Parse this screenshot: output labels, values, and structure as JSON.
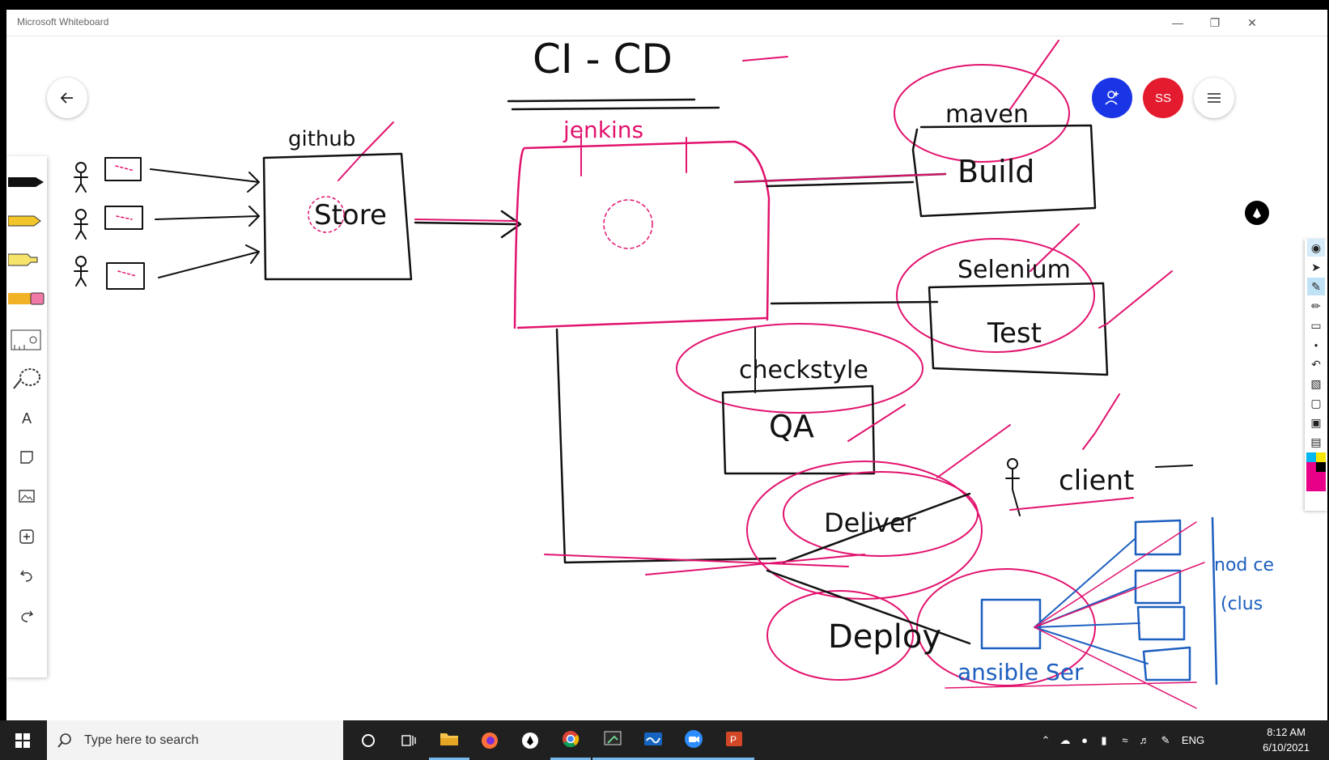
{
  "window": {
    "title": "Microsoft Whiteboard",
    "controls": [
      "minimize-icon",
      "restore-icon",
      "close-icon"
    ]
  },
  "whiteboard": {
    "user_initials": "SS",
    "ink_labels": {
      "title": "CI - CD",
      "github": "github",
      "store": "Store",
      "jenkins": "jenkins",
      "maven": "maven",
      "build": "Build",
      "selenium": "Selenium",
      "test": "Test",
      "checkstyle": "checkstyle",
      "qa": "QA",
      "deliver": "Deliver",
      "client": "client",
      "deploy": "Deploy",
      "ansible": "ansible Ser",
      "node": "nod ce",
      "cluster": "(clus"
    }
  },
  "left_toolbar": [
    "pen-black-icon",
    "pen-yellow-icon",
    "highlighter-icon",
    "eraser-icon",
    "ruler-icon",
    "lasso-icon",
    "text-icon",
    "note-icon",
    "image-icon",
    "add-icon",
    "undo-icon",
    "redo-icon"
  ],
  "right_rail": [
    "pen-mode-icon",
    "eye-icon",
    "select-icon",
    "highlight-tool-icon",
    "pen-tool-icon",
    "eraser-tool-icon",
    "dot-icon",
    "undo-icon",
    "trash-icon",
    "screen-icon",
    "camera-icon",
    "clipboard-icon",
    "color-palette-icon"
  ],
  "taskbar": {
    "search_placeholder": "Type here to search",
    "apps": [
      "task-view-icon",
      "file-explorer-icon",
      "firefox-icon",
      "github-desktop-icon",
      "chrome-icon",
      "snipping-tool-icon",
      "whiteboard-icon",
      "zoom-icon",
      "powerpoint-icon"
    ],
    "tray": [
      "chevron-up-icon",
      "onedrive-icon",
      "mic-icon",
      "battery-icon",
      "wifi-icon",
      "volume-icon",
      "pen-icon"
    ],
    "language": "ENG",
    "time": "8:12 AM",
    "date": "6/10/2021"
  }
}
